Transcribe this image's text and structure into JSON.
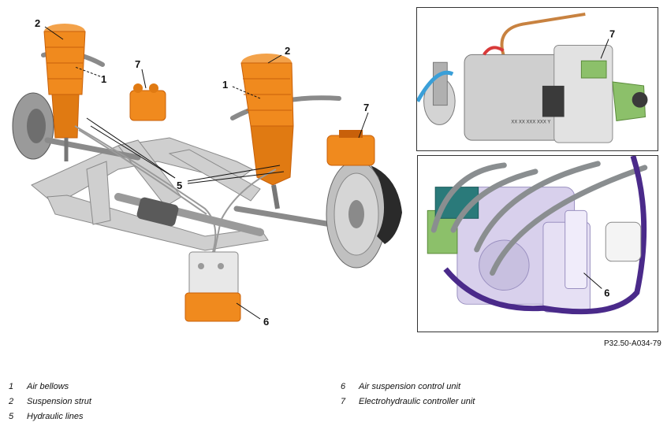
{
  "figure": {
    "reference_code": "P32.50-A034-79",
    "main_callouts": [
      "1",
      "2",
      "7",
      "2",
      "1",
      "7",
      "5",
      "6"
    ],
    "inset_top_callout": "7",
    "inset_top_marking": "XX XX XXX XXX Y",
    "inset_bottom_callout": "6"
  },
  "legend": {
    "left": [
      {
        "num": "1",
        "label": "Air bellows"
      },
      {
        "num": "2",
        "label": "Suspension strut"
      },
      {
        "num": "5",
        "label": "Hydraulic lines"
      }
    ],
    "right": [
      {
        "num": "6",
        "label": "Air suspension control unit"
      },
      {
        "num": "7",
        "label": "Electrohydraulic controller unit"
      }
    ]
  },
  "colors": {
    "highlight_orange": "#f08a1e",
    "highlight_dark_orange": "#c8600a",
    "component_grey": "#c8c8c8",
    "component_dark_grey": "#6e6e6e",
    "line_purple": "#4a2a8a",
    "bracket_green": "#8cc06a",
    "connector_blue": "#3a9fd8",
    "lilac_unit": "#d8d0ec"
  }
}
